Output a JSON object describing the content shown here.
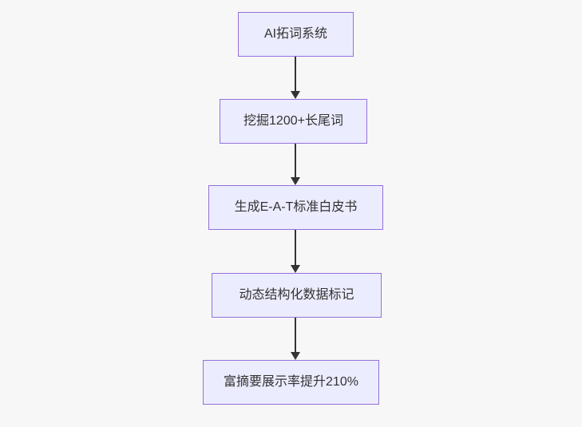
{
  "theme": {
    "background": "#f7f7f7",
    "node_fill": "#ececff",
    "node_border": "#9370db",
    "arrow_color": "#333333",
    "text_color": "#333333"
  },
  "diagram": {
    "type": "flowchart",
    "direction": "top-down",
    "nodes": [
      {
        "id": "n1",
        "label": "AI拓词系统"
      },
      {
        "id": "n2",
        "label": "挖掘1200+长尾词"
      },
      {
        "id": "n3",
        "label": "生成E-A-T标准白皮书"
      },
      {
        "id": "n4",
        "label": "动态结构化数据标记"
      },
      {
        "id": "n5",
        "label": "富摘要展示率提升210%"
      }
    ],
    "edges": [
      {
        "from": "n1",
        "to": "n2"
      },
      {
        "from": "n2",
        "to": "n3"
      },
      {
        "from": "n3",
        "to": "n4"
      },
      {
        "from": "n4",
        "to": "n5"
      }
    ]
  }
}
